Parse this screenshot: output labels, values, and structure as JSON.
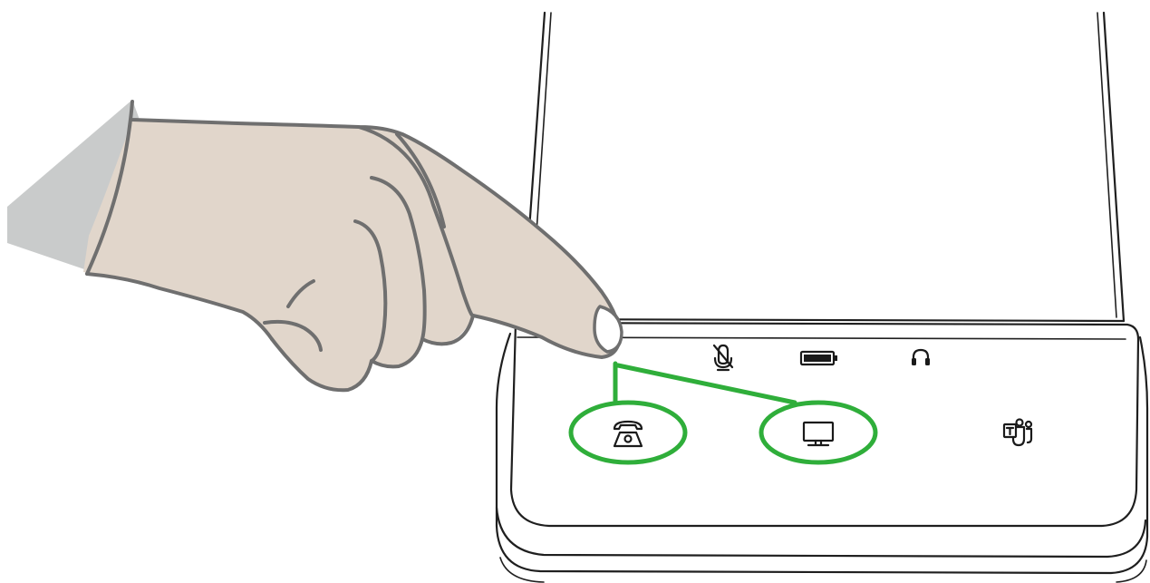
{
  "diagram": {
    "device": {
      "icons": {
        "mute": "mic-mute-icon",
        "battery": "battery-icon",
        "headset": "headset-icon",
        "desk_phone": "desk-phone-icon",
        "computer": "computer-monitor-icon",
        "teams": "teams-icon"
      },
      "highlighted_buttons": [
        "desk-phone-button",
        "computer-button"
      ]
    },
    "colors": {
      "highlight": "#2fae3a",
      "hand_fill": "#e1d6cb",
      "hand_outline": "#6f6f6f",
      "sleeve": "#c9cbcb",
      "device_outline": "#1f1f1f"
    },
    "gesture": "press-and-hold"
  }
}
